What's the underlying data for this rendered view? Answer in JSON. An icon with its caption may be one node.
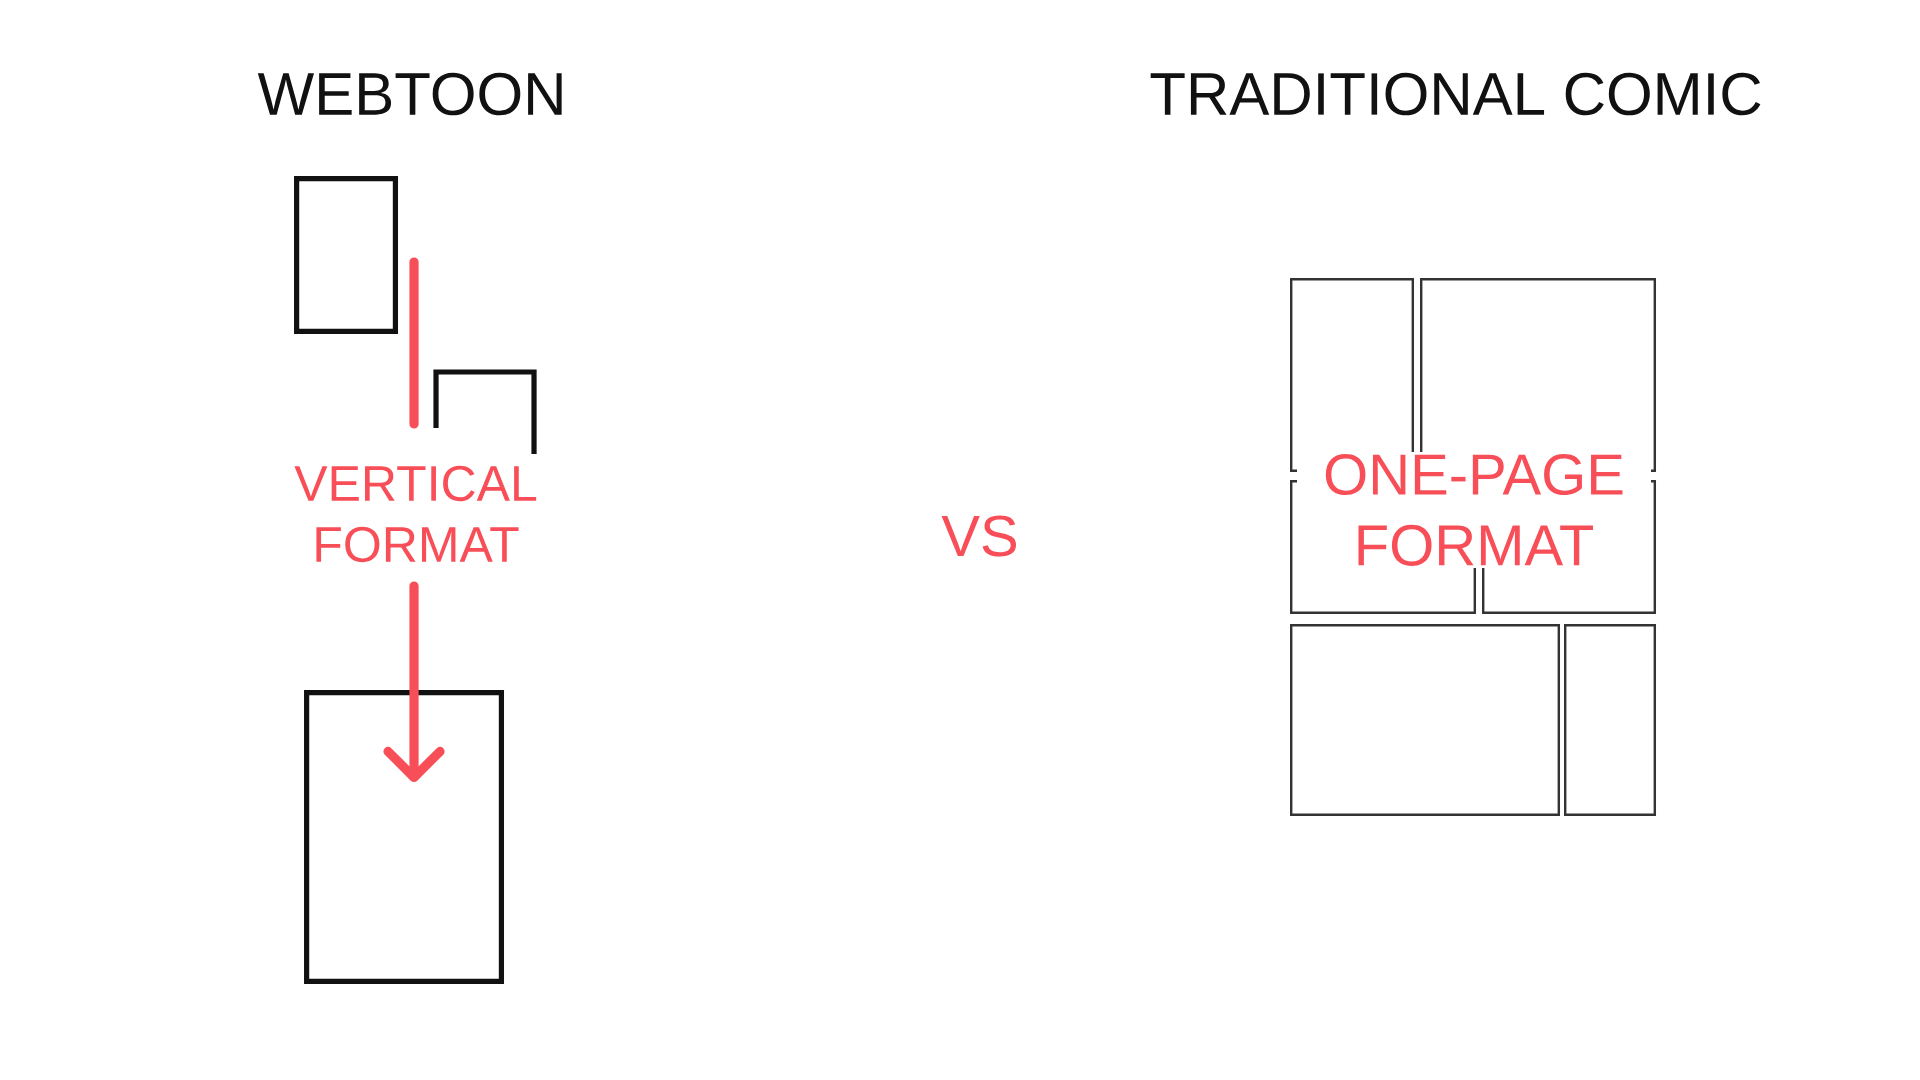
{
  "diagram": {
    "nodes": [
      {
        "text": [],
        "shape": "box"
      },
      {
        "text": [],
        "shape": "box"
      },
      {
        "text": [],
        "shape": "box"
      },
      {
        "text": [],
        "shape": "box"
      },
      {
        "text": [],
        "shape": "box"
      },
      {
        "text": [],
        "shape": "box"
      },
      {
        "text": [],
        "shape": "box"
      },
      {
        "text": [],
        "shape": "box"
      },
      {
        "text": [],
        "shape": "box"
      }
    ],
    "labels": [
      "WEBTOON",
      "TRADITIONAL COMIC",
      "VERTICAL FORMAT",
      "VS",
      "ONE-PAGE FORMAT"
    ]
  }
}
